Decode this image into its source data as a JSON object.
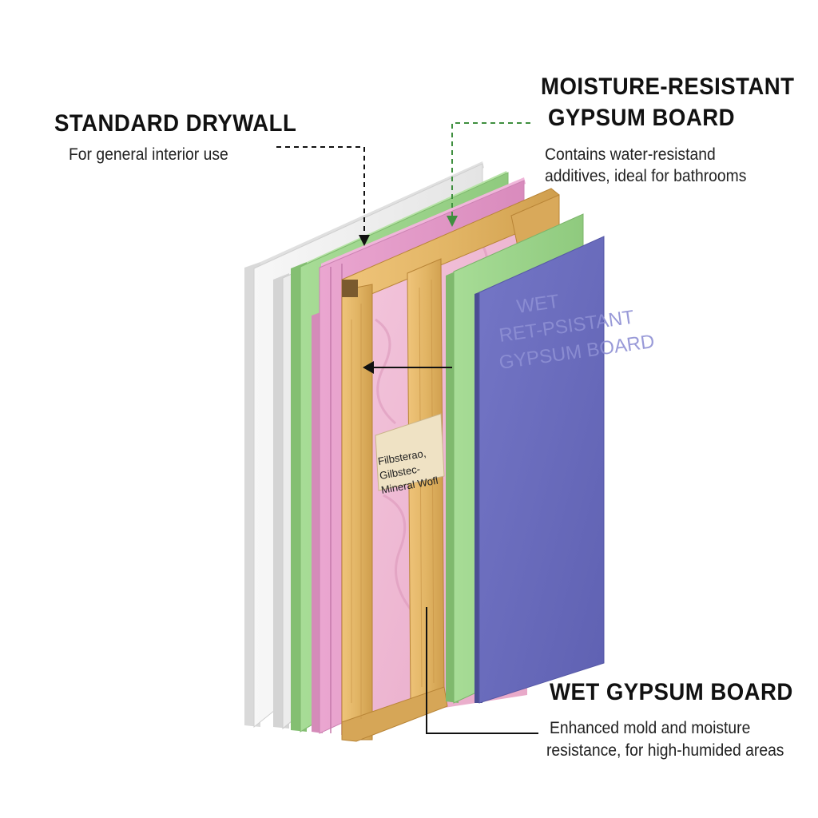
{
  "labels": {
    "standard_drywall": {
      "title": "STANDARD DRYWALL",
      "description": "For general interior use"
    },
    "moisture_resistant": {
      "title_line1": "MOISTURE-RESISTANT",
      "title_line2": "GYPSUM BOARD",
      "description_line1": "Contains water-resistand",
      "description_line2": "additives, ideal for bathrooms"
    },
    "wet_gypsum": {
      "title": "WET GYPSUM BOARD",
      "description_line1": "Enhanced mold and moisture",
      "description_line2": "resistance, for high-humided areas"
    }
  },
  "board_print": {
    "line1": "WET",
    "line2": "RET-PSISTANT",
    "line3": "GYPSUM BOARD"
  },
  "insulation_tag": {
    "line1": "Filbsterao,",
    "line2": "Gilbstec-",
    "line3": "Mineral Wofl"
  },
  "colors": {
    "white_board": "#f1f1f1",
    "green_board": "#9fd68e",
    "pink_board": "#e49ac9",
    "wood": "#e2b565",
    "insulation": "#efb9d3",
    "purple_board": "#6a6cbd",
    "green_leader": "#3f8f3f"
  }
}
